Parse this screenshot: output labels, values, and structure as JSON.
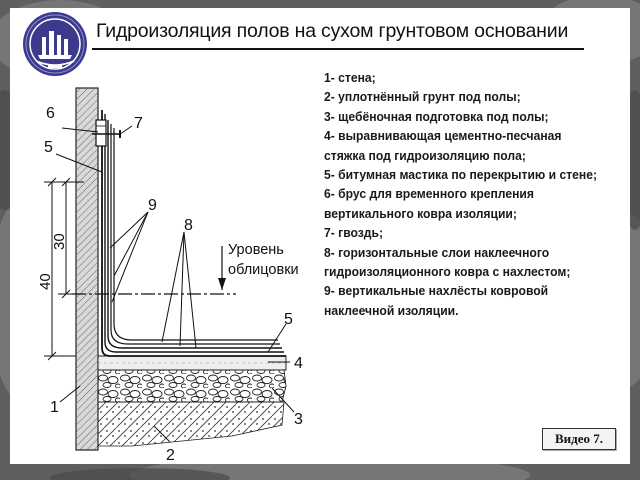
{
  "title": "Гидроизоляция полов на сухом грунтовом основании",
  "logo": {
    "caption": ""
  },
  "drawing": {
    "callouts": [
      "1",
      "2",
      "3",
      "4",
      "5",
      "5",
      "6",
      "7",
      "8",
      "9"
    ],
    "dimensions": {
      "d30": "30",
      "d40": "40"
    },
    "level_label_line1": "Уровень",
    "level_label_line2": "облицовки"
  },
  "legend": [
    "1- стена;",
    "2- уплотнённый грунт под полы;",
    "3- щебёночная подготовка под полы;",
    "4- выравнивающая цементно-песчаная",
    "стяжка под гидроизоляцию пола;",
    "5- битумная мастика по перекрытию и стене;",
    "6- брус для временного крепления",
    "вертикального ковра изоляции;",
    "7- гвоздь;",
    "8- горизонтальные слои наклеечного",
    "гидроизоляционного ковра с нахлестом;",
    "9- вертикальные нахлёсты ковровой",
    "наклеечной изоляции."
  ],
  "video_button": {
    "label": "Видео 7."
  },
  "colors": {
    "background": "#6e6e6e",
    "slide": "#ffffff",
    "ink": "#1a1a1a",
    "logo": "#3b3a8c"
  }
}
